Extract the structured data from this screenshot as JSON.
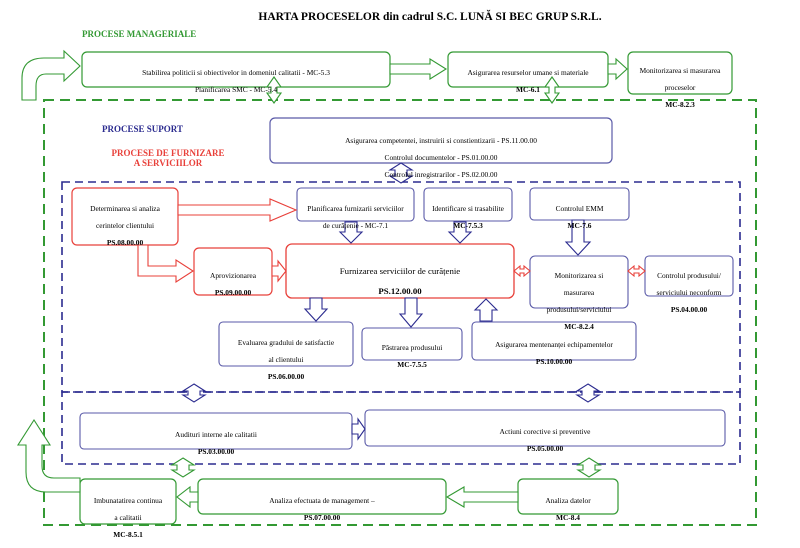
{
  "title": "HARTA PROCESELOR   din cadrul S.C. LUNĂ SI BEC GRUP S.R.L.",
  "sections": {
    "manageriale": "PROCESE MANAGERIALE",
    "suport": "PROCESE SUPORT",
    "furnizare_1": "PROCESE DE FURNIZARE",
    "furnizare_2": "A SERVICIILOR"
  },
  "colors": {
    "green": "#339933",
    "blue": "#2b2b8f",
    "red": "#e8403a",
    "purple": "#5a5aa8"
  },
  "boxes": {
    "mc53": {
      "l1": "Stabilirea politicii si obiectivelor in domeniul calitatii - MC-5.3",
      "l2": "Planificarea SMC - MC-5.4"
    },
    "mc61": {
      "l1": "Asigurarea resurselor umane si  materiale",
      "code": "MC-6.1"
    },
    "mc823": {
      "l1": "Monitorizarea si masurarea",
      "l2": "proceselor",
      "code": "MC-8.2.3"
    },
    "ps11": {
      "l1": "Asigurarea  competentei, instruirii si constientizarii -  PS.11.00.00",
      "l2": "Controlul documentelor -  PS.01.00.00",
      "l3": "Controlul inregistrarilor - PS.02.00.00"
    },
    "ps08": {
      "l1": "Determinarea si analiza",
      "l2": "cerintelor clientului",
      "code": "PS.08.00.00"
    },
    "mc71": {
      "l1": "Planificarea furnizarii serviciilor",
      "l2": "de curățenie - MC-7.1"
    },
    "mc753": {
      "l1": "Identificare si trasabilite",
      "code": "MC-7.5.3"
    },
    "mc76": {
      "l1": "Controlul EMM",
      "code": "MC-7.6"
    },
    "ps09": {
      "l1": "Aprovizionarea",
      "code": "PS.09.00.00"
    },
    "ps12": {
      "l1": "Furnizarea serviciilor  de curățenie",
      "code": "PS.12.00.00"
    },
    "mc824": {
      "l1": "Monitorizarea si",
      "l2": "masurarea",
      "l3": "produsului/serviciului",
      "code": "MC-8.2.4"
    },
    "ps04": {
      "l1": "Controlul produsului/",
      "l2": "serviciului neconform",
      "code": "PS.04.00.00"
    },
    "ps06": {
      "l1": "Evaluarea gradului de  satisfactie",
      "l2": "al  clientului",
      "code": "PS.06.00.00"
    },
    "mc755": {
      "l1": "Păstrarea produsului",
      "code": "MC-7.5.5"
    },
    "ps10": {
      "l1": "Asigurarea mentenanței echipamentelor",
      "code": "PS.10.00.00"
    },
    "ps03": {
      "l1": "Audituri interne ale calitatii",
      "code": "PS.03.00.00"
    },
    "ps05": {
      "l1": "Actiuni  corective si preventive",
      "code": "PS.05.00.00"
    },
    "mc851": {
      "l1": "Imbunatatirea continua",
      "l2": "a calitatii",
      "code": "MC-8.5.1"
    },
    "ps07": {
      "l1": "Analiza efectuata de management –",
      "code": "PS.07.00.00"
    },
    "mc84": {
      "l1": "Analiza datelor",
      "code": "MC-8.4"
    }
  }
}
